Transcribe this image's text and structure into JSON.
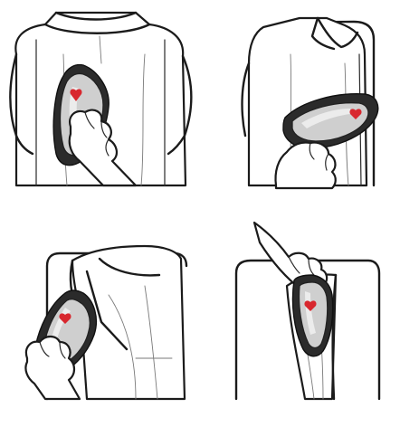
{
  "figure": {
    "panels": [
      {
        "subject": "shirt-back",
        "tool": "steam-iron"
      },
      {
        "subject": "shirt-collar",
        "tool": "steam-iron"
      },
      {
        "subject": "jacket-shoulder",
        "tool": "steam-iron"
      },
      {
        "subject": "sleeve",
        "tool": "steam-iron"
      }
    ],
    "colors": {
      "ink": "#1b1b1b",
      "iron_badge": "#d8272e",
      "iron_body": "#cfcfcf",
      "background": "#ffffff"
    }
  }
}
